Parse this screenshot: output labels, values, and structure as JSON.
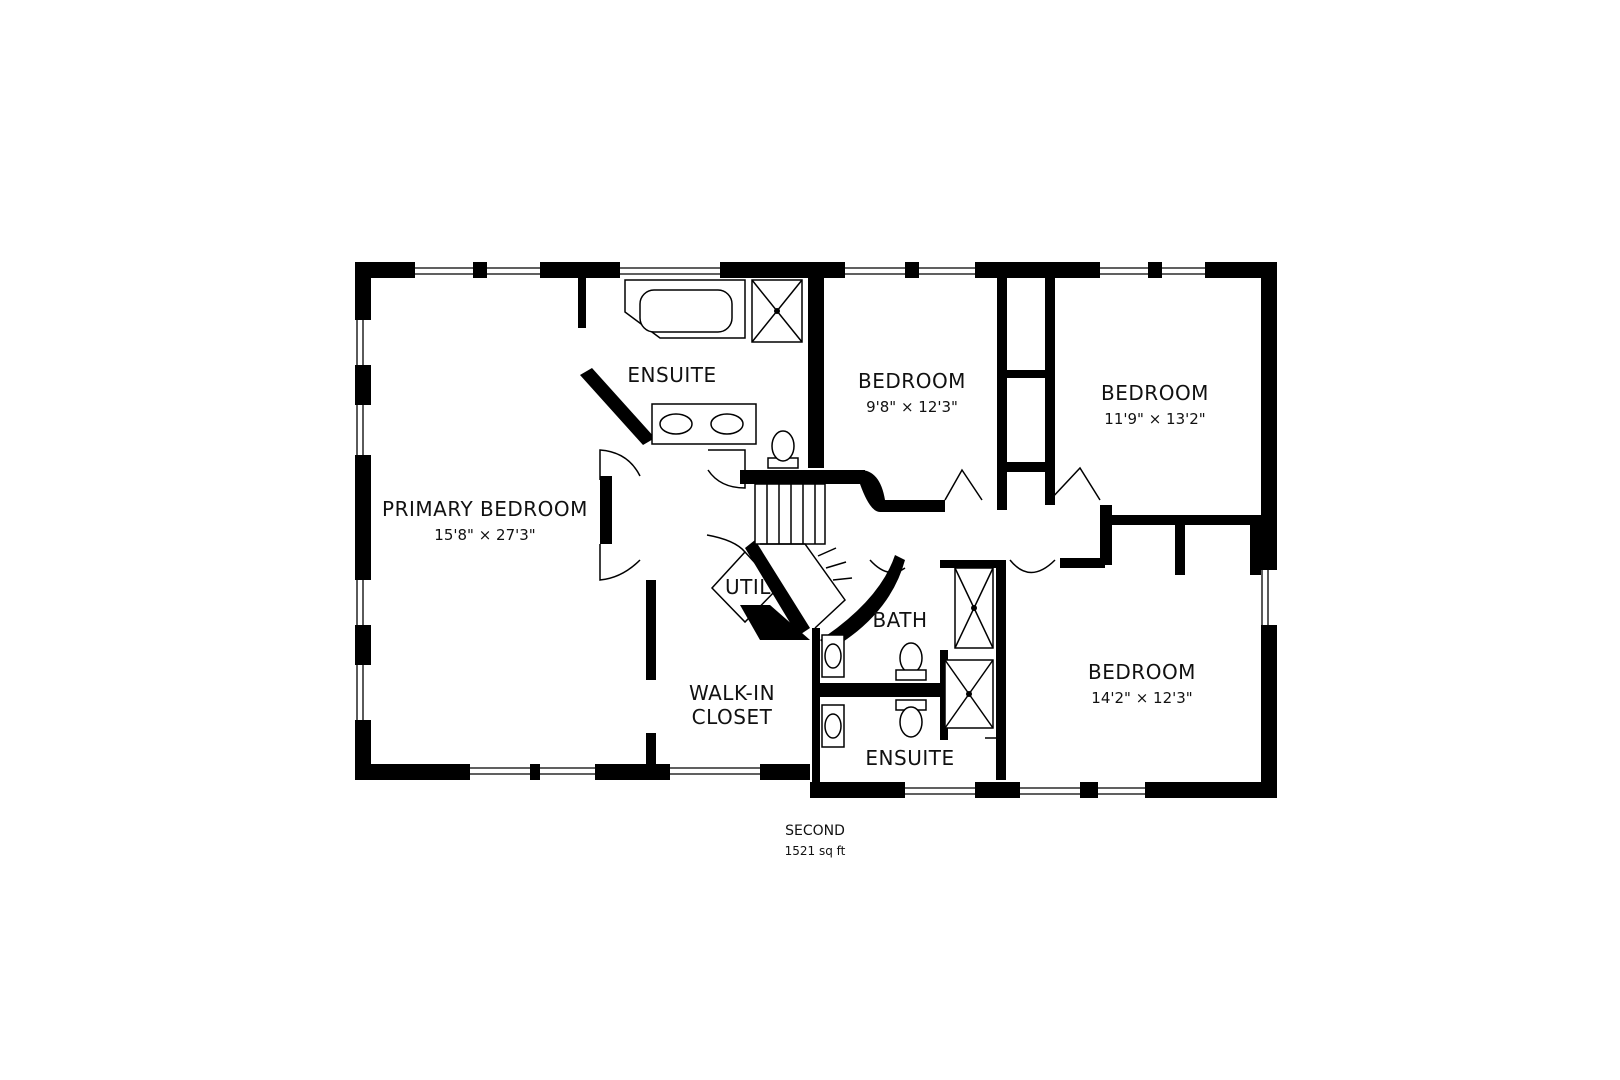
{
  "plan": {
    "rooms": {
      "primary_bedroom": {
        "name": "PRIMARY BEDROOM",
        "dims": "15'8\" × 27'3\""
      },
      "ensuite_top": {
        "name": "ENSUITE"
      },
      "bedroom_1": {
        "name": "BEDROOM",
        "dims": "9'8\" × 12'3\""
      },
      "bedroom_2": {
        "name": "BEDROOM",
        "dims": "11'9\" × 13'2\""
      },
      "bedroom_3": {
        "name": "BEDROOM",
        "dims": "14'2\" × 12'3\""
      },
      "util": {
        "name": "UTIL"
      },
      "bath": {
        "name": "BATH"
      },
      "walk_in_closet": {
        "name_line1": "WALK-IN",
        "name_line2": "CLOSET"
      },
      "ensuite_bottom": {
        "name": "ENSUITE"
      }
    },
    "floor": {
      "name": "SECOND",
      "area": "1521 sq ft"
    }
  }
}
